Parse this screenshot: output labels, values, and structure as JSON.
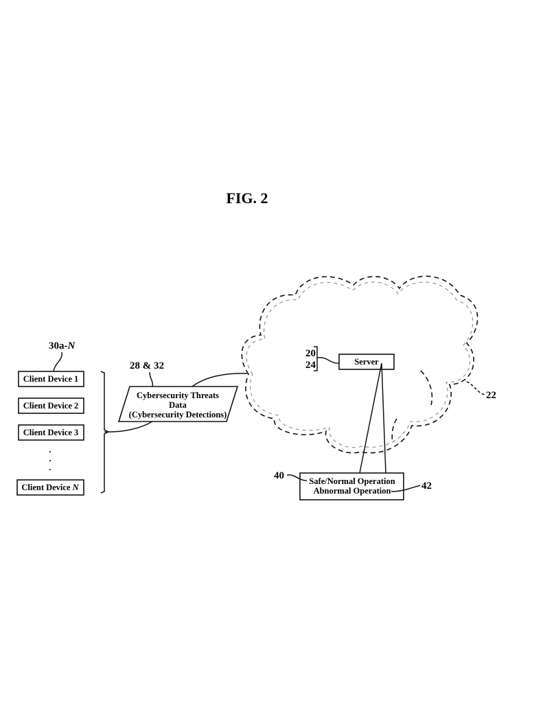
{
  "figure": {
    "title": "FIG. 2"
  },
  "client_group": {
    "ref": "30a-",
    "ref_italic": "N",
    "devices": [
      {
        "label": "Client Device 1",
        "italic_suffix": ""
      },
      {
        "label": "Client Device 2",
        "italic_suffix": ""
      },
      {
        "label": "Client Device 3",
        "italic_suffix": ""
      },
      {
        "label": "Client Device ",
        "italic_suffix": "N"
      }
    ],
    "ellipsis": [
      ".",
      ".",
      "."
    ]
  },
  "threats_data": {
    "ref": "28 & 32",
    "lines": [
      "Cybersecurity Threats",
      "Data",
      "(Cybersecurity Detections)"
    ]
  },
  "cloud": {
    "ref": "22"
  },
  "server": {
    "label": "Server",
    "refs": [
      "20",
      "24"
    ]
  },
  "operation_box": {
    "lines": [
      "Safe/Normal Operation",
      "Abnormal Operation"
    ],
    "ref_safe": "40",
    "ref_abnormal": "42"
  }
}
